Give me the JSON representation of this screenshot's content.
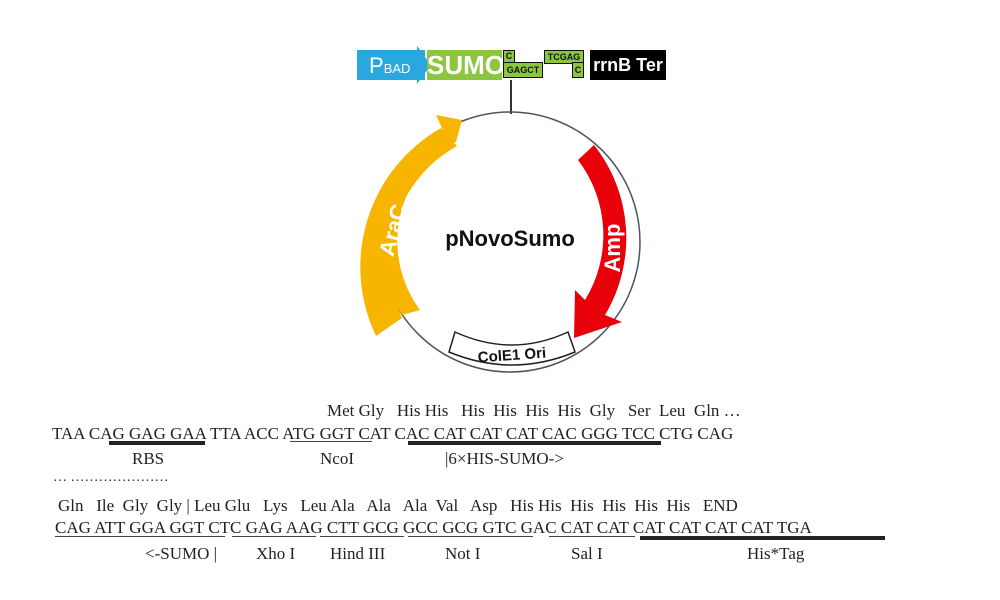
{
  "construct": {
    "promoter": {
      "label": "P",
      "subscript": "BAD",
      "color": "#29a8e0"
    },
    "tag": {
      "label": "SUMO",
      "color": "#8cc63f"
    },
    "site_left": {
      "top": "C",
      "bottom": "GAGCT"
    },
    "site_right": {
      "top": "TCGAG",
      "bottom": "C"
    },
    "terminator": {
      "label": "rrnB Ter",
      "color": "#000000"
    }
  },
  "plasmid": {
    "name": "pNovoSumo",
    "features": [
      {
        "label": "AraC",
        "color": "#f7b500"
      },
      {
        "label": "Amp",
        "color": "#e8000b"
      },
      {
        "label": "ColE1 Ori",
        "color": "#ffffff"
      }
    ]
  },
  "sequence_block1": {
    "aa_row": "Met Gly   His His   His  His  His  His  Gly   Ser  Leu  Gln …",
    "dna_row": "TAA CAG GAG GAA TTA ACC ATG GGT CAT CAC CAT CAT CAT CAC GGG TCC CTG CAG",
    "labels": {
      "rbs": "RBS",
      "ncoi": "NcoI",
      "his_sumo": "|6×HIS-SUMO->"
    },
    "ellipsis": "… …………………"
  },
  "sequence_block2": {
    "aa_row": "Gln   Ile  Gly  Gly | Leu Glu   Lys   Leu Ala   Ala   Ala  Val   Asp   His His  His  His  His  His   END",
    "dna_row": "CAG ATT GGA GGT CTC GAG AAG CTT GCG GCC GCG GTC GAC CAT CAT CAT CAT CAT CAT TGA",
    "labels": {
      "sumo_end": "<-SUMO |",
      "xhoi": "Xho I",
      "hindiii": "Hind III",
      "noti": "Not I",
      "sali": "Sal I",
      "histag": "His*Tag"
    }
  }
}
